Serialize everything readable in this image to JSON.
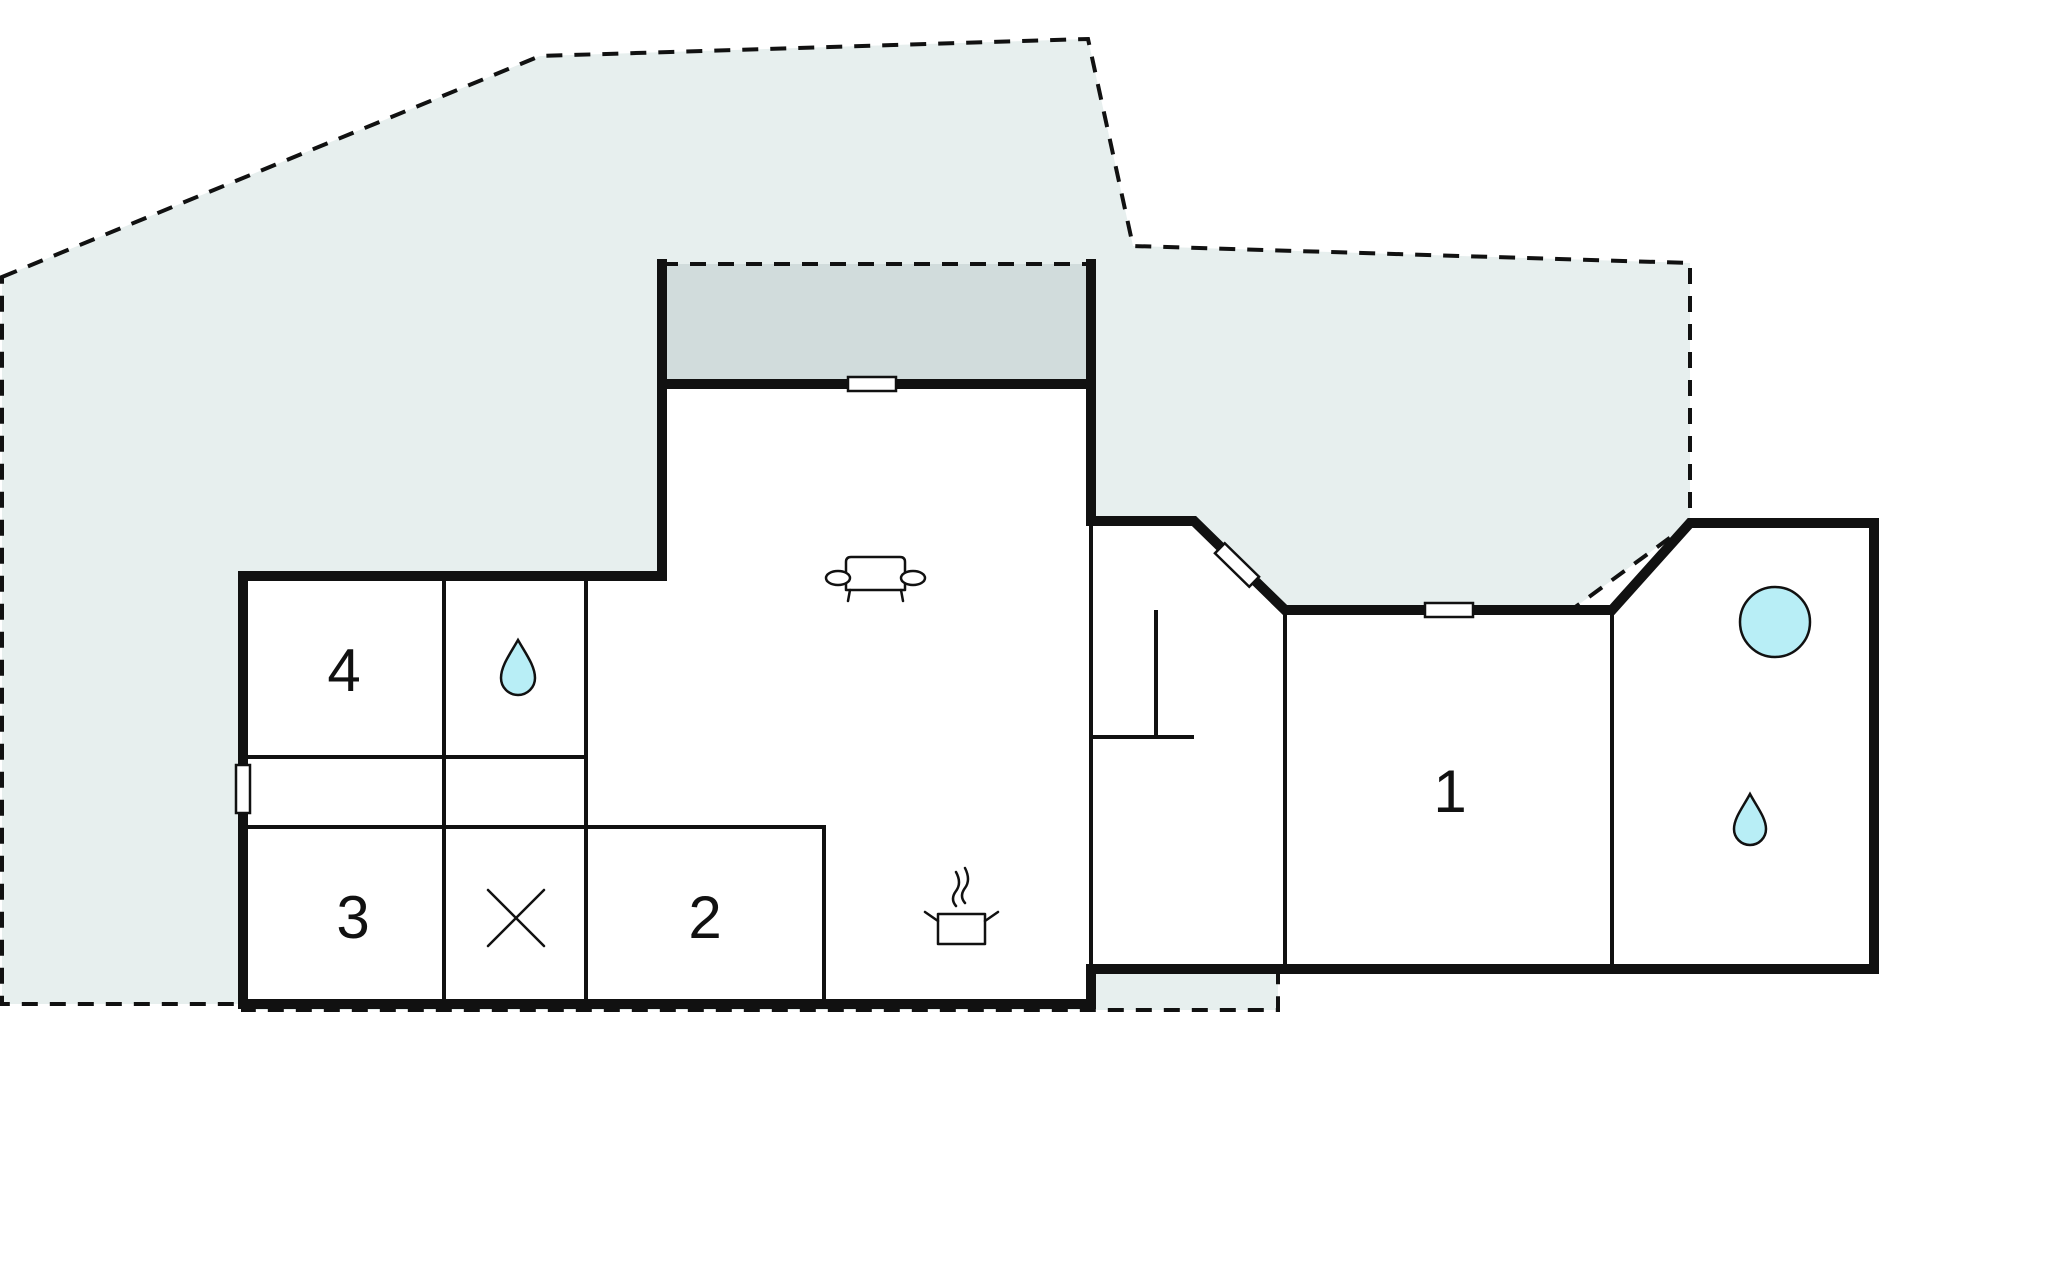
{
  "rooms": [
    {
      "id": "bedroom-1",
      "label": "1"
    },
    {
      "id": "bedroom-2",
      "label": "2"
    },
    {
      "id": "bedroom-3",
      "label": "3"
    },
    {
      "id": "bedroom-4",
      "label": "4"
    }
  ],
  "icons": [
    {
      "name": "sofa-icon",
      "meaning": "living room"
    },
    {
      "name": "cooking-pot-icon",
      "meaning": "kitchen"
    },
    {
      "name": "water-drop-icon",
      "meaning": "bathroom"
    },
    {
      "name": "cross-icon",
      "meaning": "toilet"
    },
    {
      "name": "circle-icon",
      "meaning": "whirlpool"
    }
  ],
  "colors": {
    "lot_fill": "#e7efee",
    "terrace_fill": "#d1dcdc",
    "wall": "#111111",
    "water": "#b8eef6",
    "background": "#ffffff"
  }
}
